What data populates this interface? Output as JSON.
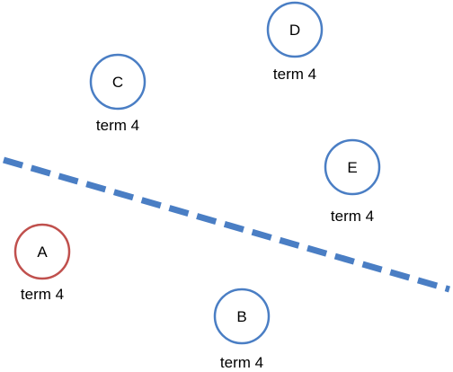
{
  "colors": {
    "default_node_stroke": "#4a7ec4",
    "highlight_node_stroke": "#c0504d",
    "divider_line": "#4a7ec4",
    "text": "#000000"
  },
  "divider": {
    "style": "dashed"
  },
  "nodes": [
    {
      "id": "A",
      "label": "A",
      "term": "term 4",
      "highlighted": true
    },
    {
      "id": "B",
      "label": "B",
      "term": "term 4",
      "highlighted": false
    },
    {
      "id": "C",
      "label": "C",
      "term": "term 4",
      "highlighted": false
    },
    {
      "id": "D",
      "label": "D",
      "term": "term 4",
      "highlighted": false
    },
    {
      "id": "E",
      "label": "E",
      "term": "term 4",
      "highlighted": false
    }
  ]
}
